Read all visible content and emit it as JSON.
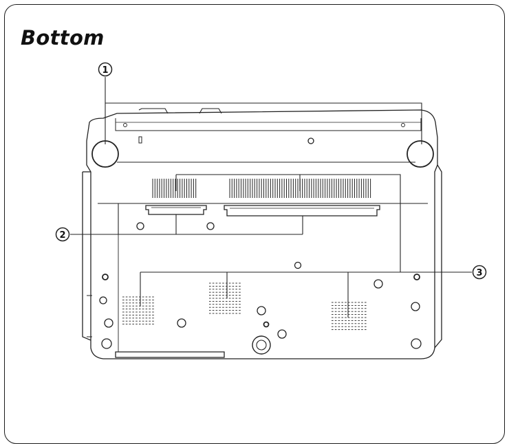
{
  "title": "Bottom",
  "callouts": [
    {
      "number": "1"
    },
    {
      "number": "2"
    },
    {
      "number": "3"
    }
  ]
}
